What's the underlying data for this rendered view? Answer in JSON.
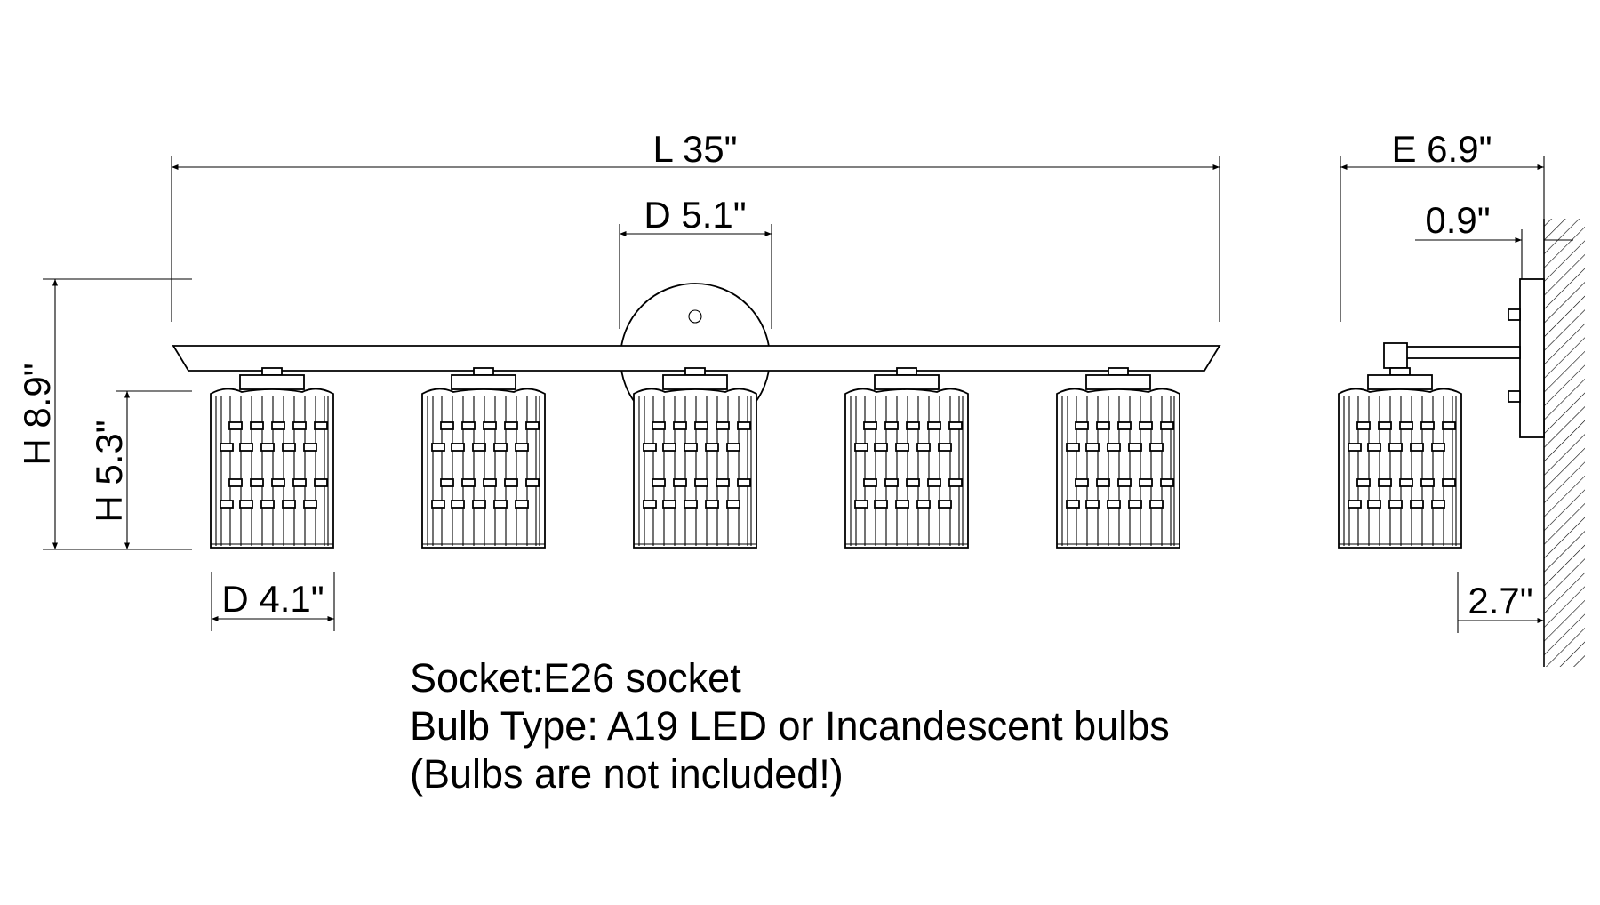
{
  "dimensions": {
    "length": "L 35\"",
    "backplate_diameter": "D 5.1\"",
    "overall_height": "H 8.9\"",
    "shade_height": "H 5.3\"",
    "shade_diameter": "D 4.1\"",
    "extension": "E 6.9\"",
    "plate_depth": "0.9\"",
    "shade_offset": "2.7\""
  },
  "notes": [
    "Socket:E26 socket",
    "Bulb Type: A19 LED or Incandescent bulbs",
    "(Bulbs are not included!)"
  ],
  "fixture": {
    "front_shade_count": 5
  },
  "colors": {
    "line": "#000000",
    "background": "#ffffff"
  }
}
